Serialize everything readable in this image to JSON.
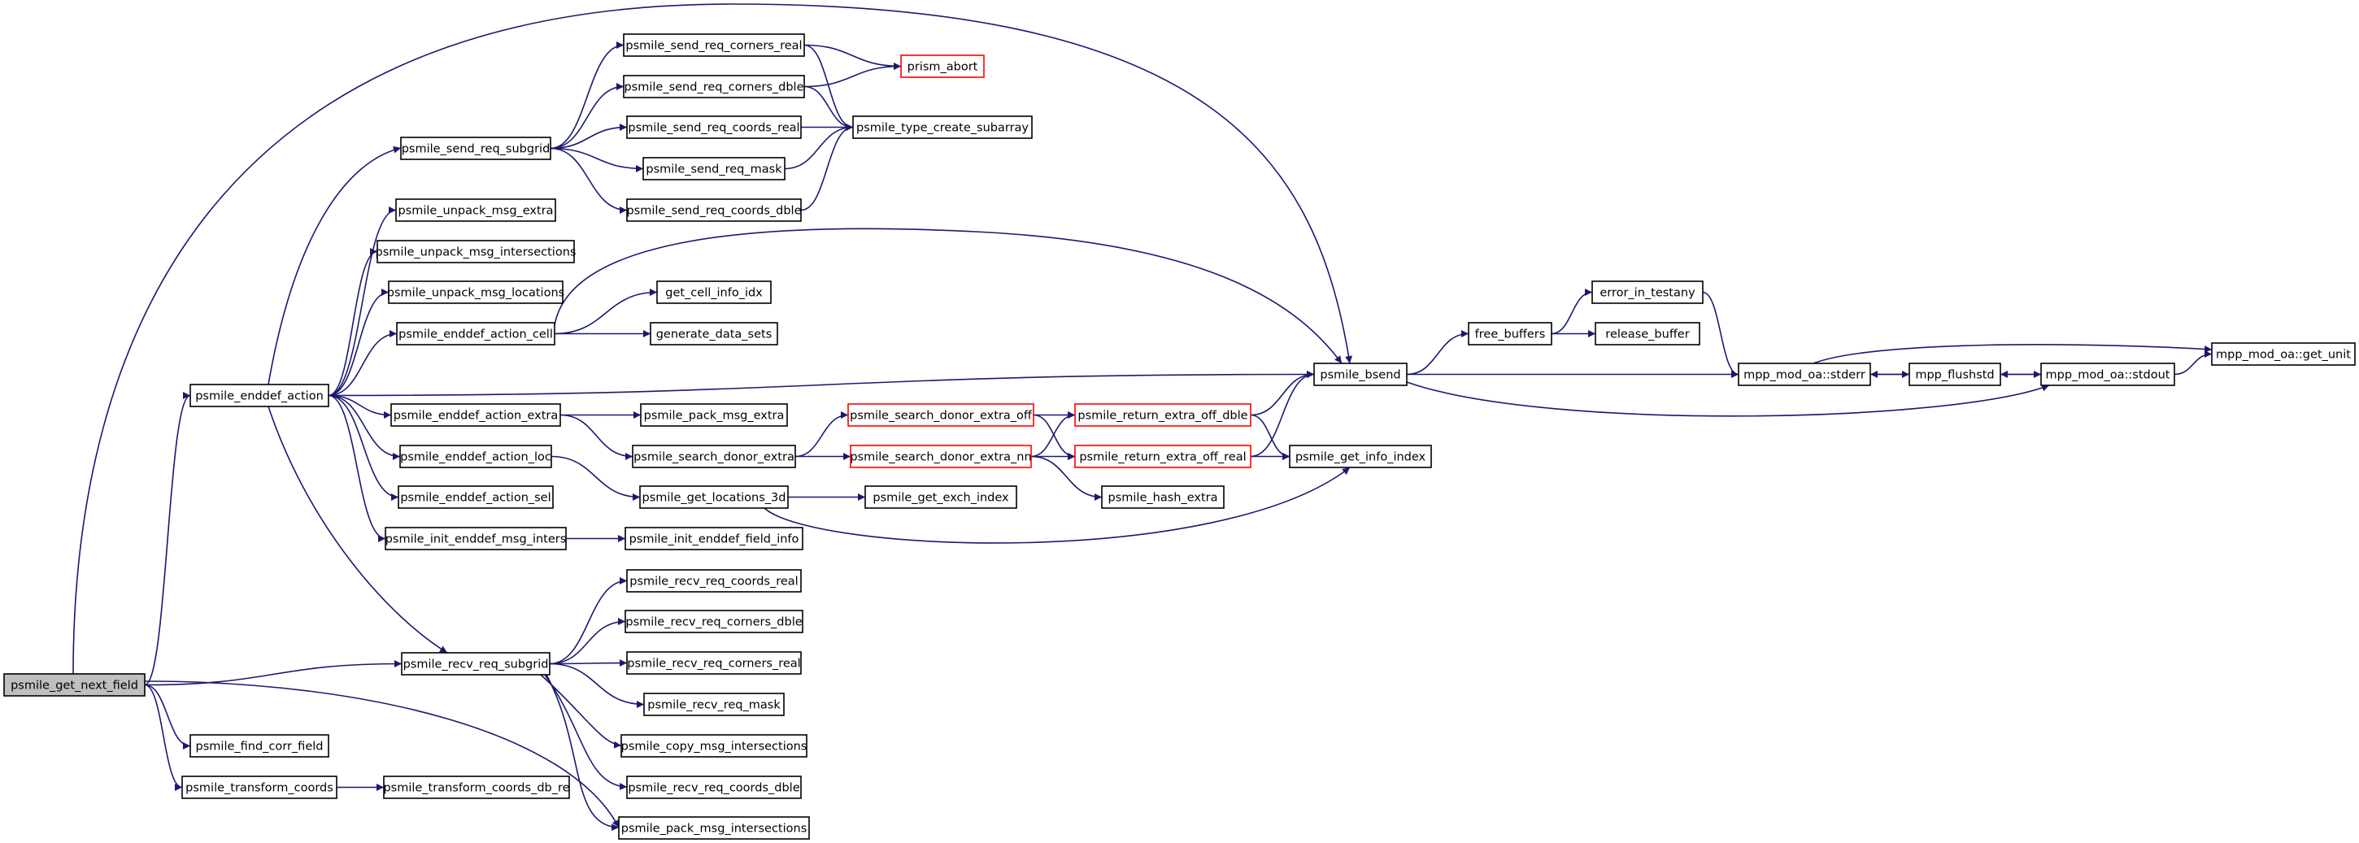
{
  "diagram": {
    "type": "call-graph",
    "colors": {
      "edge": "#191970",
      "node_border": "#000000",
      "truncated_border": "#ff0000",
      "root_fill": "#bfbfbf",
      "node_fill": "#ffffff"
    },
    "nodes": {
      "get_next_field": {
        "label": "psmile_get_next_field",
        "style": "root"
      },
      "enddef_action": {
        "label": "psmile_enddef_action",
        "style": "normal"
      },
      "recv_req_subgrid": {
        "label": "psmile_recv_req_subgrid",
        "style": "normal"
      },
      "find_corr_field": {
        "label": "psmile_find_corr_field",
        "style": "normal"
      },
      "transform_coords": {
        "label": "psmile_transform_coords",
        "style": "normal"
      },
      "transform_coords_db_re": {
        "label": "psmile_transform_coords_db_re",
        "style": "normal"
      },
      "send_req_subgrid": {
        "label": "psmile_send_req_subgrid",
        "style": "normal"
      },
      "unpack_msg_extra": {
        "label": "psmile_unpack_msg_extra",
        "style": "normal"
      },
      "unpack_msg_intersections": {
        "label": "psmile_unpack_msg_intersections",
        "style": "normal"
      },
      "unpack_msg_locations": {
        "label": "psmile_unpack_msg_locations",
        "style": "normal"
      },
      "enddef_action_cell": {
        "label": "psmile_enddef_action_cell",
        "style": "normal"
      },
      "enddef_action_extra": {
        "label": "psmile_enddef_action_extra",
        "style": "normal"
      },
      "enddef_action_loc": {
        "label": "psmile_enddef_action_loc",
        "style": "normal"
      },
      "enddef_action_sel": {
        "label": "psmile_enddef_action_sel",
        "style": "normal"
      },
      "init_enddef_msg_inters": {
        "label": "psmile_init_enddef_msg_inters",
        "style": "normal"
      },
      "send_req_corners_real": {
        "label": "psmile_send_req_corners_real",
        "style": "normal"
      },
      "send_req_corners_dble": {
        "label": "psmile_send_req_corners_dble",
        "style": "normal"
      },
      "send_req_coords_real": {
        "label": "psmile_send_req_coords_real",
        "style": "normal"
      },
      "send_req_mask": {
        "label": "psmile_send_req_mask",
        "style": "normal"
      },
      "send_req_coords_dble": {
        "label": "psmile_send_req_coords_dble",
        "style": "normal"
      },
      "get_cell_info_idx": {
        "label": "get_cell_info_idx",
        "style": "normal"
      },
      "generate_data_sets": {
        "label": "generate_data_sets",
        "style": "normal"
      },
      "pack_msg_extra": {
        "label": "psmile_pack_msg_extra",
        "style": "normal"
      },
      "search_donor_extra": {
        "label": "psmile_search_donor_extra",
        "style": "normal"
      },
      "get_locations_3d": {
        "label": "psmile_get_locations_3d",
        "style": "normal"
      },
      "init_enddef_field_info": {
        "label": "psmile_init_enddef_field_info",
        "style": "normal"
      },
      "recv_req_coords_real": {
        "label": "psmile_recv_req_coords_real",
        "style": "normal"
      },
      "recv_req_corners_dble": {
        "label": "psmile_recv_req_corners_dble",
        "style": "normal"
      },
      "recv_req_corners_real": {
        "label": "psmile_recv_req_corners_real",
        "style": "normal"
      },
      "recv_req_mask": {
        "label": "psmile_recv_req_mask",
        "style": "normal"
      },
      "copy_msg_intersections": {
        "label": "psmile_copy_msg_intersections",
        "style": "normal"
      },
      "recv_req_coords_dble": {
        "label": "psmile_recv_req_coords_dble",
        "style": "normal"
      },
      "pack_msg_intersections": {
        "label": "psmile_pack_msg_intersections",
        "style": "normal"
      },
      "prism_abort": {
        "label": "prism_abort",
        "style": "truncated"
      },
      "type_create_subarray": {
        "label": "psmile_type_create_subarray",
        "style": "normal"
      },
      "search_donor_extra_off": {
        "label": "psmile_search_donor_extra_off",
        "style": "truncated"
      },
      "search_donor_extra_nn": {
        "label": "psmile_search_donor_extra_nn",
        "style": "truncated"
      },
      "get_exch_index": {
        "label": "psmile_get_exch_index",
        "style": "normal"
      },
      "return_extra_off_dble": {
        "label": "psmile_return_extra_off_dble",
        "style": "truncated"
      },
      "return_extra_off_real": {
        "label": "psmile_return_extra_off_real",
        "style": "truncated"
      },
      "hash_extra": {
        "label": "psmile_hash_extra",
        "style": "normal"
      },
      "bsend": {
        "label": "psmile_bsend",
        "style": "normal"
      },
      "get_info_index": {
        "label": "psmile_get_info_index",
        "style": "normal"
      },
      "free_buffers": {
        "label": "free_buffers",
        "style": "normal"
      },
      "error_in_testany": {
        "label": "error_in_testany",
        "style": "normal"
      },
      "release_buffer": {
        "label": "release_buffer",
        "style": "normal"
      },
      "stderr": {
        "label": "mpp_mod_oa::stderr",
        "style": "normal"
      },
      "flushstd": {
        "label": "mpp_flushstd",
        "style": "normal"
      },
      "stdout": {
        "label": "mpp_mod_oa::stdout",
        "style": "normal"
      },
      "get_unit": {
        "label": "mpp_mod_oa::get_unit",
        "style": "normal"
      }
    },
    "edges": [
      [
        "get_next_field",
        "enddef_action"
      ],
      [
        "get_next_field",
        "bsend"
      ],
      [
        "get_next_field",
        "recv_req_subgrid"
      ],
      [
        "get_next_field",
        "find_corr_field"
      ],
      [
        "get_next_field",
        "transform_coords"
      ],
      [
        "get_next_field",
        "pack_msg_intersections"
      ],
      [
        "transform_coords",
        "transform_coords_db_re"
      ],
      [
        "enddef_action",
        "send_req_subgrid"
      ],
      [
        "enddef_action",
        "unpack_msg_extra"
      ],
      [
        "enddef_action",
        "unpack_msg_intersections"
      ],
      [
        "enddef_action",
        "unpack_msg_locations"
      ],
      [
        "enddef_action",
        "enddef_action_cell"
      ],
      [
        "enddef_action",
        "bsend"
      ],
      [
        "enddef_action",
        "enddef_action_extra"
      ],
      [
        "enddef_action",
        "enddef_action_loc"
      ],
      [
        "enddef_action",
        "enddef_action_sel"
      ],
      [
        "enddef_action",
        "init_enddef_msg_inters"
      ],
      [
        "enddef_action",
        "recv_req_subgrid"
      ],
      [
        "send_req_subgrid",
        "send_req_corners_real"
      ],
      [
        "send_req_subgrid",
        "send_req_corners_dble"
      ],
      [
        "send_req_subgrid",
        "send_req_coords_real"
      ],
      [
        "send_req_subgrid",
        "send_req_mask"
      ],
      [
        "send_req_subgrid",
        "send_req_coords_dble"
      ],
      [
        "send_req_corners_real",
        "prism_abort"
      ],
      [
        "send_req_corners_real",
        "type_create_subarray"
      ],
      [
        "send_req_corners_dble",
        "prism_abort"
      ],
      [
        "send_req_corners_dble",
        "type_create_subarray"
      ],
      [
        "send_req_coords_real",
        "type_create_subarray"
      ],
      [
        "send_req_mask",
        "type_create_subarray"
      ],
      [
        "send_req_coords_dble",
        "type_create_subarray"
      ],
      [
        "enddef_action_cell",
        "bsend"
      ],
      [
        "enddef_action_cell",
        "get_cell_info_idx"
      ],
      [
        "enddef_action_cell",
        "generate_data_sets"
      ],
      [
        "enddef_action_extra",
        "pack_msg_extra"
      ],
      [
        "enddef_action_extra",
        "search_donor_extra"
      ],
      [
        "enddef_action_loc",
        "get_locations_3d"
      ],
      [
        "init_enddef_msg_inters",
        "init_enddef_field_info"
      ],
      [
        "search_donor_extra",
        "search_donor_extra_off"
      ],
      [
        "search_donor_extra",
        "search_donor_extra_nn"
      ],
      [
        "search_donor_extra_off",
        "return_extra_off_dble"
      ],
      [
        "search_donor_extra_off",
        "return_extra_off_real"
      ],
      [
        "search_donor_extra_nn",
        "return_extra_off_dble"
      ],
      [
        "search_donor_extra_nn",
        "return_extra_off_real"
      ],
      [
        "search_donor_extra_nn",
        "hash_extra"
      ],
      [
        "return_extra_off_dble",
        "bsend"
      ],
      [
        "return_extra_off_dble",
        "get_info_index"
      ],
      [
        "return_extra_off_real",
        "bsend"
      ],
      [
        "return_extra_off_real",
        "get_info_index"
      ],
      [
        "get_locations_3d",
        "get_exch_index"
      ],
      [
        "get_locations_3d",
        "get_info_index"
      ],
      [
        "bsend",
        "free_buffers"
      ],
      [
        "bsend",
        "stderr"
      ],
      [
        "bsend",
        "stdout"
      ],
      [
        "free_buffers",
        "error_in_testany"
      ],
      [
        "free_buffers",
        "release_buffer"
      ],
      [
        "error_in_testany",
        "stderr"
      ],
      [
        "stderr",
        "flushstd"
      ],
      [
        "stderr",
        "get_unit"
      ],
      [
        "flushstd",
        "stderr"
      ],
      [
        "flushstd",
        "stdout"
      ],
      [
        "stdout",
        "flushstd"
      ],
      [
        "stdout",
        "get_unit"
      ],
      [
        "recv_req_subgrid",
        "recv_req_coords_real"
      ],
      [
        "recv_req_subgrid",
        "recv_req_corners_dble"
      ],
      [
        "recv_req_subgrid",
        "recv_req_corners_real"
      ],
      [
        "recv_req_subgrid",
        "recv_req_mask"
      ],
      [
        "recv_req_subgrid",
        "copy_msg_intersections"
      ],
      [
        "recv_req_subgrid",
        "recv_req_coords_dble"
      ],
      [
        "recv_req_subgrid",
        "pack_msg_intersections"
      ]
    ]
  }
}
